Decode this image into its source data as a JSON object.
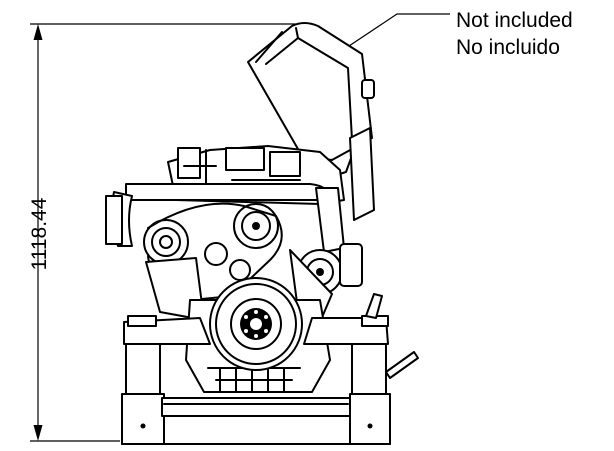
{
  "dimension": {
    "height_value": "1118.44"
  },
  "callout": {
    "line1": "Not included",
    "line2": "No incluido"
  }
}
